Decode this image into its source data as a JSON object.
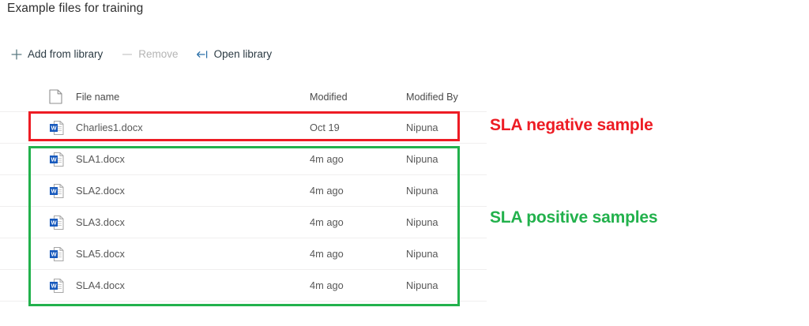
{
  "page": {
    "title": "Example files for training"
  },
  "toolbar": {
    "buttons": [
      {
        "label": "Add from library",
        "icon": "plus-icon",
        "disabled": false
      },
      {
        "label": "Remove",
        "icon": "minus-icon",
        "disabled": true
      },
      {
        "label": "Open library",
        "icon": "open-library-arrow-icon",
        "disabled": false
      }
    ]
  },
  "table": {
    "columns": {
      "icon": "document-icon",
      "name": "File name",
      "modified": "Modified",
      "modified_by": "Modified By"
    },
    "rows": [
      {
        "icon": "word-doc-icon",
        "name": "Charlies1.docx",
        "modified": "Oct 19",
        "modified_by": "Nipuna"
      },
      {
        "icon": "word-doc-icon",
        "name": "SLA1.docx",
        "modified": "4m ago",
        "modified_by": "Nipuna"
      },
      {
        "icon": "word-doc-icon",
        "name": "SLA2.docx",
        "modified": "4m ago",
        "modified_by": "Nipuna"
      },
      {
        "icon": "word-doc-icon",
        "name": "SLA3.docx",
        "modified": "4m ago",
        "modified_by": "Nipuna"
      },
      {
        "icon": "word-doc-icon",
        "name": "SLA5.docx",
        "modified": "4m ago",
        "modified_by": "Nipuna"
      },
      {
        "icon": "word-doc-icon",
        "name": "SLA4.docx",
        "modified": "4m ago",
        "modified_by": "Nipuna"
      }
    ]
  },
  "annotations": {
    "negative": {
      "text": "SLA negative sample",
      "color": "#ED1C24"
    },
    "positive": {
      "text": "SLA positive samples",
      "color": "#22B14C"
    }
  }
}
